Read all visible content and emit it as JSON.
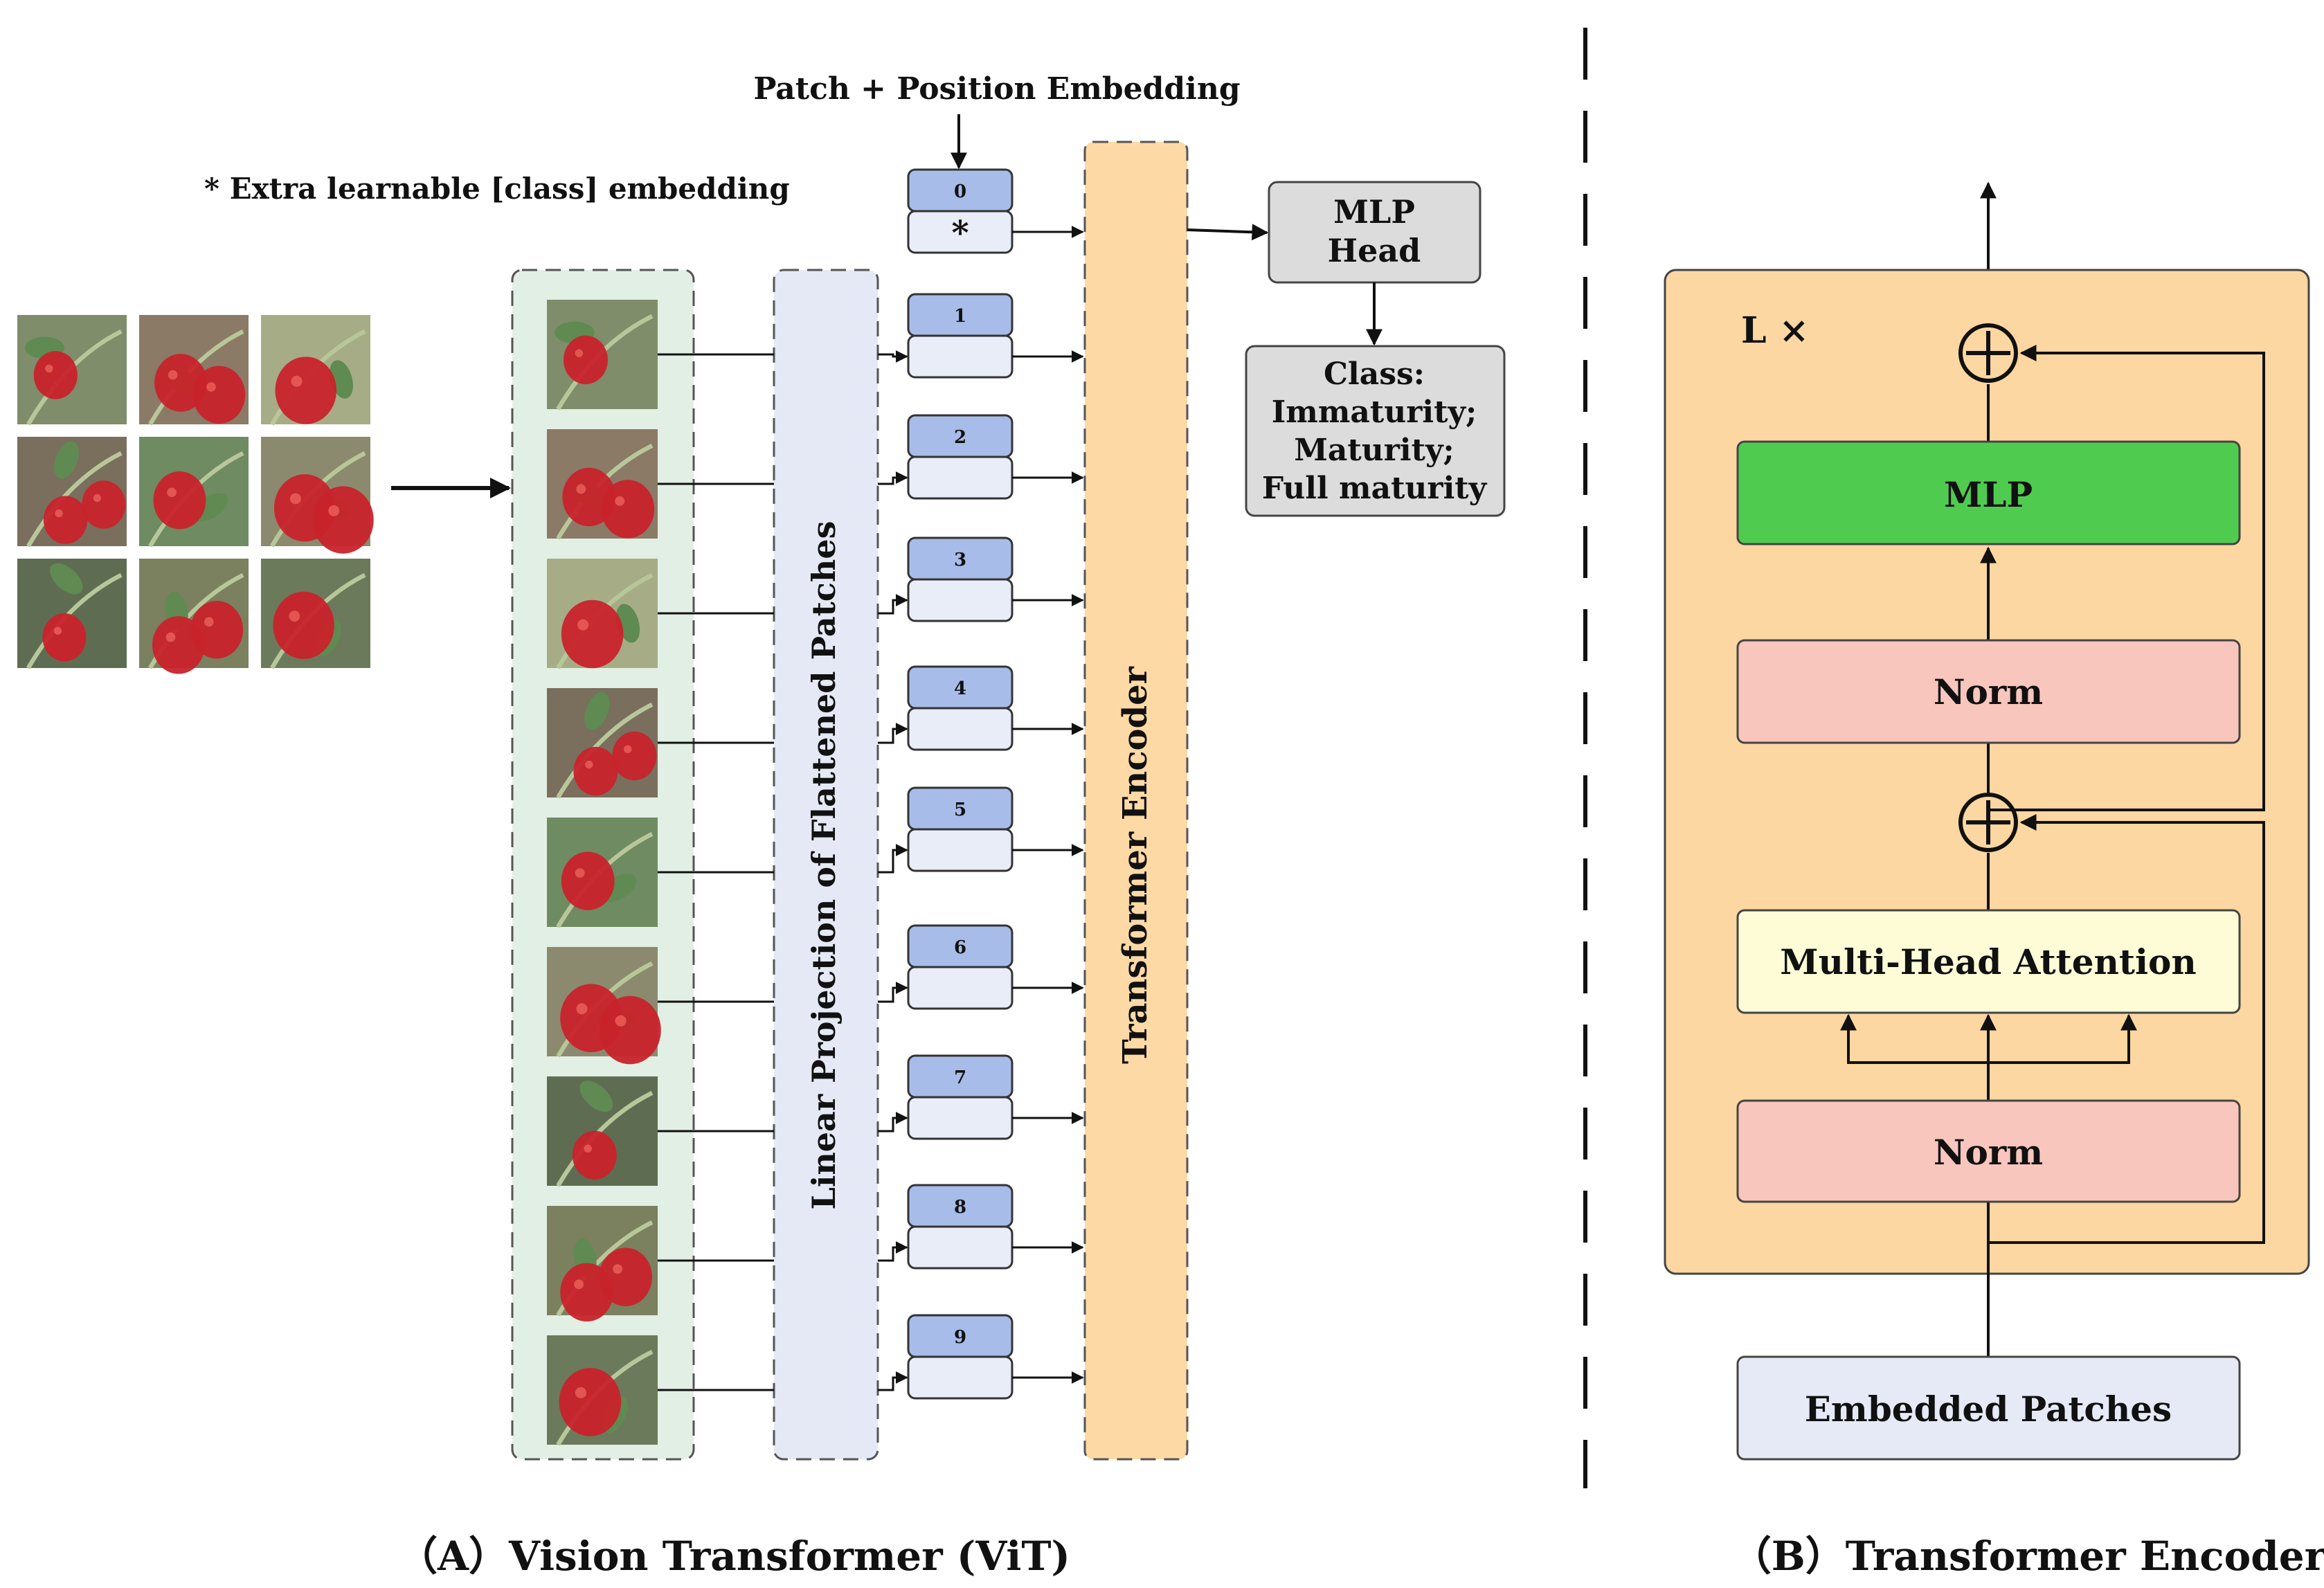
{
  "panel_a": {
    "caption": "（A）Vision Transformer (ViT)",
    "patch_position_label": "Patch + Position Embedding",
    "class_embedding_note": "* Extra learnable [class] embedding",
    "linear_projection_label": "Linear Projection of Flattened Patches",
    "encoder_label": "Transformer Encoder",
    "mlp_head_lines": [
      "MLP",
      "Head"
    ],
    "class_output_lines": [
      "Class:",
      "Immaturity;",
      "Maturity;",
      "Full maturity"
    ],
    "tokens": [
      "0",
      "1",
      "2",
      "3",
      "4",
      "5",
      "6",
      "7",
      "8",
      "9"
    ],
    "class_token_symbol": "*",
    "patch_grid": {
      "rows": 3,
      "cols": 3
    }
  },
  "panel_b": {
    "caption": "（B）Transformer Encoder",
    "repeat_label": "L ×",
    "blocks": {
      "mlp": "MLP",
      "norm_top": "Norm",
      "attention": "Multi-Head Attention",
      "norm_bottom": "Norm",
      "embedded_patches": "Embedded Patches"
    }
  },
  "colors": {
    "patch_column_fill": "#e2efe4",
    "linear_projection_fill": "#e4e9f5",
    "encoder_fill": "#fdd9a6",
    "token_index_fill": "#a7bce8",
    "token_value_fill": "#e9edf7",
    "head_fill": "#dcdcdc",
    "encoder_container_fill": "#fcd7a1",
    "mlp_fill": "#4fcc4f",
    "norm_fill": "#f8c6bd",
    "attention_fill": "#fdfcd7",
    "embedded_fill": "#e5eaf6",
    "strawberry_red": "#c8232b",
    "leaf_green": "#5f8a52"
  },
  "icons": [
    "add-circle-icon",
    "arrow-icon",
    "strawberry-patch-image"
  ]
}
